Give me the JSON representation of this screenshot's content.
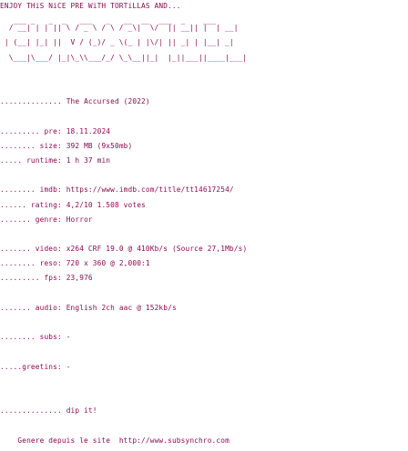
{
  "header": {
    "intro": "ENJOY THiS NiCE PRE WiTH TORTiLLAS AND...",
    "ascii_art": [
      "   ___ _   _  _   ___   _   __  __  ___  _    ___",
      "  / __| | | || \\ / _ \\ / \\ / _\\|  \\/  || __|| |  | __|",
      " | (__| |_| ||  V / (_)/ _ \\(_ | |\\/| || _| | |__| _|",
      "  \\___|\\___/ |_|\\_\\\\___/_/ \\_\\__||_|  |_||___||____|___|"
    ]
  },
  "fields": {
    "title": {
      "label": "..............",
      "value": "The Accursed (2022)"
    },
    "pre": {
      "label": "......... pre:",
      "value": "18.11.2024"
    },
    "size": {
      "label": "........ size:",
      "value": "392 MB (9x50mb)"
    },
    "runtime": {
      "label": "..... runtime:",
      "value": "1 h 37 min"
    },
    "imdb": {
      "label": "........ imdb:",
      "value": "https://www.imdb.com/title/tt14617254/"
    },
    "rating": {
      "label": "...... rating:",
      "value": "4,2/10 1.508 votes"
    },
    "genre": {
      "label": "....... genre:",
      "value": "Horror"
    },
    "video": {
      "label": "....... video:",
      "value": "x264 CRF 19.0 @ 410Kb/s (Source 27,1Mb/s)"
    },
    "reso": {
      "label": "........ reso:",
      "value": "720 x 360 @ 2,000:1"
    },
    "fps": {
      "label": "......... fps:",
      "value": "23,976"
    },
    "audio": {
      "label": "....... audio:",
      "value": "English 2ch aac @ 152kb/s"
    },
    "subs": {
      "label": "........ subs:",
      "value": "-"
    },
    "greetins": {
      "label": ".....greetins:",
      "value": "-"
    },
    "dip": {
      "label": "..............",
      "value": "dip it!"
    }
  },
  "footer": {
    "label": "Genere depuis le site",
    "url": "http://www.subsynchro.com"
  },
  "colors": {
    "text": "#8b0a50",
    "background": "#ffffff"
  }
}
